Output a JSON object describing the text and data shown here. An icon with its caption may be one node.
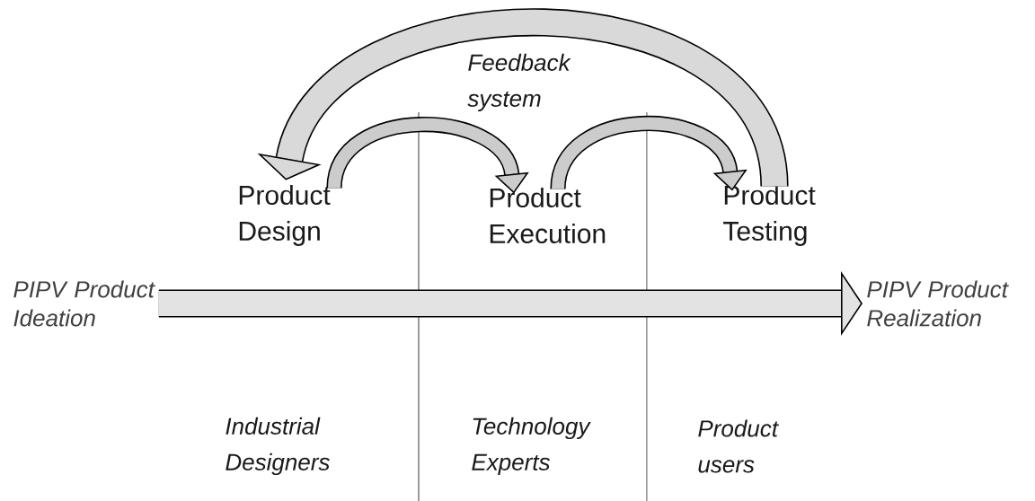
{
  "diagram": {
    "nodes": [
      {
        "text": [
          "PIPV Product Ideation"
        ]
      },
      {
        "text": [
          "PIPV Product Realization"
        ]
      },
      {
        "text": [
          "Product Design"
        ]
      },
      {
        "text": [
          "Product Execution"
        ]
      },
      {
        "text": [
          "Product Testing"
        ]
      }
    ],
    "edges": [
      {
        "from": 0,
        "to": 1,
        "arrow": "to",
        "style": "thick"
      },
      {
        "from": 2,
        "to": 3,
        "arrow": "to"
      },
      {
        "from": 3,
        "to": 4,
        "arrow": "to"
      },
      {
        "from": 4,
        "to": 2,
        "arrow": "to",
        "style": "thick",
        "label": "Feedback system"
      }
    ],
    "labels": [
      "Industrial Designers",
      "Technology Experts",
      "Product users"
    ]
  }
}
